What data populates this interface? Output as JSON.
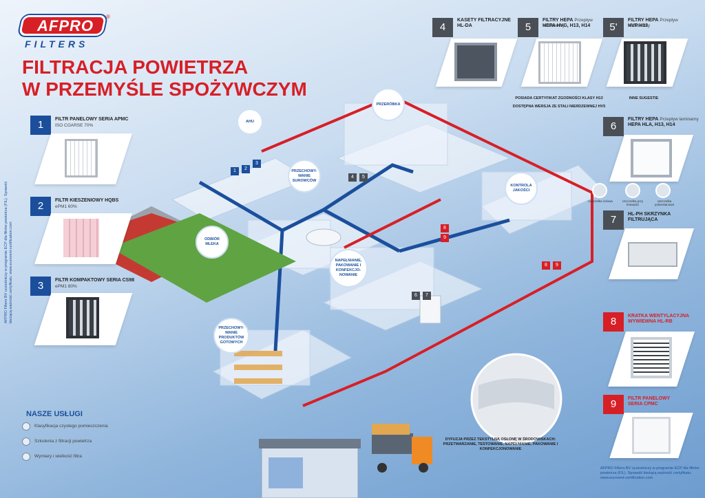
{
  "brand": {
    "name": "AFPRO",
    "sub": "FILTERS",
    "reg": "®"
  },
  "title": {
    "line1": "FILTRACJA POWIETRZA",
    "line2": "W PRZEMYŚLE SPOŻYWCZYM"
  },
  "side_note": "AFPRO Filters BV uczestniczy w programie ECP dla filtrów powietrza (FIL). Sprawdź bieżącą ważność certyfikatu: www.eurovent-certification.com",
  "left_cards": [
    {
      "num": "1",
      "title": "FILTR PANELOWY SERIA APMC",
      "sub": "ISO COARSE 70%"
    },
    {
      "num": "2",
      "title": "FILTR KIESZENIOWY HQBS",
      "sub": "ePM1 60%"
    },
    {
      "num": "3",
      "title": "FILTR KOMPAKTOWY SERIA CS98",
      "sub": "ePM1 80%"
    }
  ],
  "top_cards": [
    {
      "num": "4",
      "title": "KASETY FILTRACYJNE",
      "sub": "HL-DA"
    },
    {
      "num": "5",
      "title": "FILTRY HEPA",
      "sub2": "Przepływ turbulentny",
      "sub": "HEPA HVG, H13, H14"
    },
    {
      "num": "5'",
      "title": "FILTRY HEPA",
      "sub2": "Przepływ turbulentny",
      "sub": "HVP H13"
    }
  ],
  "top_caption": {
    "line1": "POSIADA CERTYFIKAT ZGODNOŚCI KLASY H13",
    "line2": "DOSTĘPNA WERSJA ZE STALI NIERDZEWNEJ HV5",
    "other": "INNE SUGESTIE"
  },
  "right_cards": [
    {
      "num": "6",
      "title": "FILTRY HEPA",
      "sub2": "Przepływ laminarny",
      "sub": "HEPA HLA, H13, H14"
    },
    {
      "num": "7",
      "title": "HL-PH SKRZYNKA",
      "sub": "FILTRUJĄCA"
    },
    {
      "num": "8",
      "title": "KRATKA WENTYLACYJNA",
      "sub": "WYWIEWNA HL-RB"
    },
    {
      "num": "9",
      "title": "FILTR PANELOWY",
      "sub": "SERIA CPMC"
    }
  ],
  "gaskets": [
    "Uszczelka żelowa",
    "Uszczelka przy krawędzi",
    "Uszczelka poliuretanowa"
  ],
  "bubbles": {
    "ahu": "AHU",
    "przerobka": "PRZERÓBKA",
    "przechowywanie_surowcow": "PRZECHOWY-WANIE SUROWCÓW",
    "odbior_mleka": "ODBIÓR MLEKA",
    "kontrola": "KONTROLA JAKOŚCI",
    "napelnianie": "NAPEŁNIANIE, PAKOWANIE I KONFEKCJO-NOWANIE",
    "przechowywanie_produktow": "PRZECHOWY-WANIE PRODUKTÓW GOTOWYCH"
  },
  "diffusion_caption": "DYFUZJA PRZEZ TEKSTYLNĄ OSŁONĘ W ŚRODOWISKACH: PRZETWARZANIE, TESTOWANIE, NAPEŁNIANIE, PAKOWANIE I KONFEKCJONOWANIE",
  "services": {
    "title": "NASZE USŁUGI",
    "items": [
      "Klasyfikacja czystego pomieszczenia",
      "Szkolenia z filtracji powietrza",
      "Wymiary i wielkość filtra"
    ]
  },
  "bottom_note": "AFPRO Filters BV uczestniczy w programie ECP dla filtrów powietrza (FIL). Sprawdź bieżącą ważność certyfikatu: www.eurovent-certification.com",
  "map_tags": [
    "1",
    "2",
    "3",
    "4",
    "5",
    "6",
    "7",
    "8",
    "9",
    "8",
    "9"
  ],
  "colors": {
    "red": "#d71f26",
    "blue": "#1b4f9c",
    "grey": "#4a4f56"
  }
}
